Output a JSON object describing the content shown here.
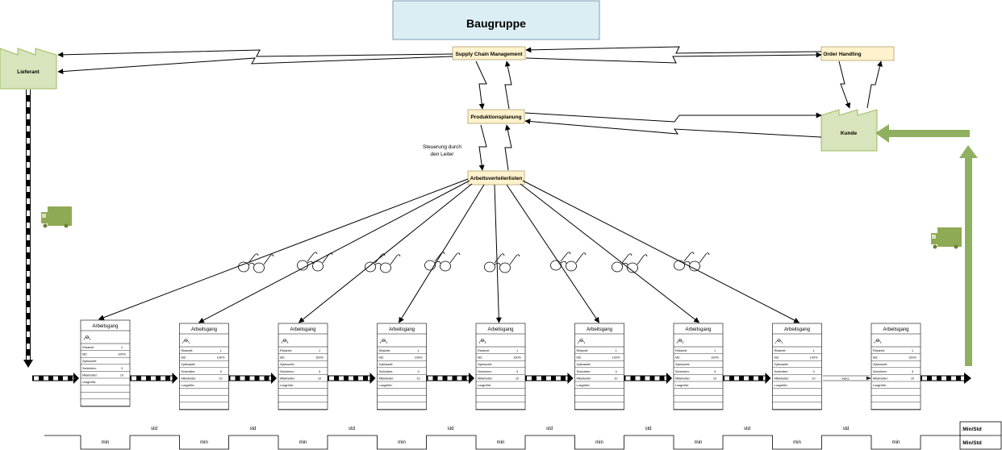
{
  "title": "Baugruppe",
  "nodes": {
    "supply_chain": "Supply Chain Management",
    "order_handling": "Order Handling",
    "produktionsplanung": "Produktionsplanung",
    "arbeitsverteilerlisten": "Arbeitsverteilerlisten",
    "lieferant": "Lieferant",
    "kunde": "Kunde"
  },
  "steuerung_note": [
    "Steuerung durch",
    "den Leiter"
  ],
  "process_boxes": {
    "count": 9,
    "title": "Arbeitsgang",
    "rows": [
      {
        "label": "Rüstzeit:",
        "value": "1"
      },
      {
        "label": "MZ:",
        "value": "100%"
      },
      {
        "label": "Zykluszeit:",
        "value": ""
      },
      {
        "label": "Schichten:",
        "value": "3"
      },
      {
        "label": "Mitarbeiter:",
        "value": "10"
      },
      {
        "label": "Losgröße:",
        "value": ""
      }
    ]
  },
  "fifo_label": "FIFO",
  "timeline": {
    "upper_label": "std",
    "lower_label": "min",
    "summary_top": "Min/Std",
    "summary_bottom": "Min/Std"
  },
  "colors": {
    "title_fill": "#dbeef4",
    "node_fill": "#fff2cc",
    "factory_fill": "#d7e4bc",
    "factory_stroke": "#9bbb59",
    "truck_fill": "#8faa54",
    "green_arrow": "#8fb060"
  }
}
